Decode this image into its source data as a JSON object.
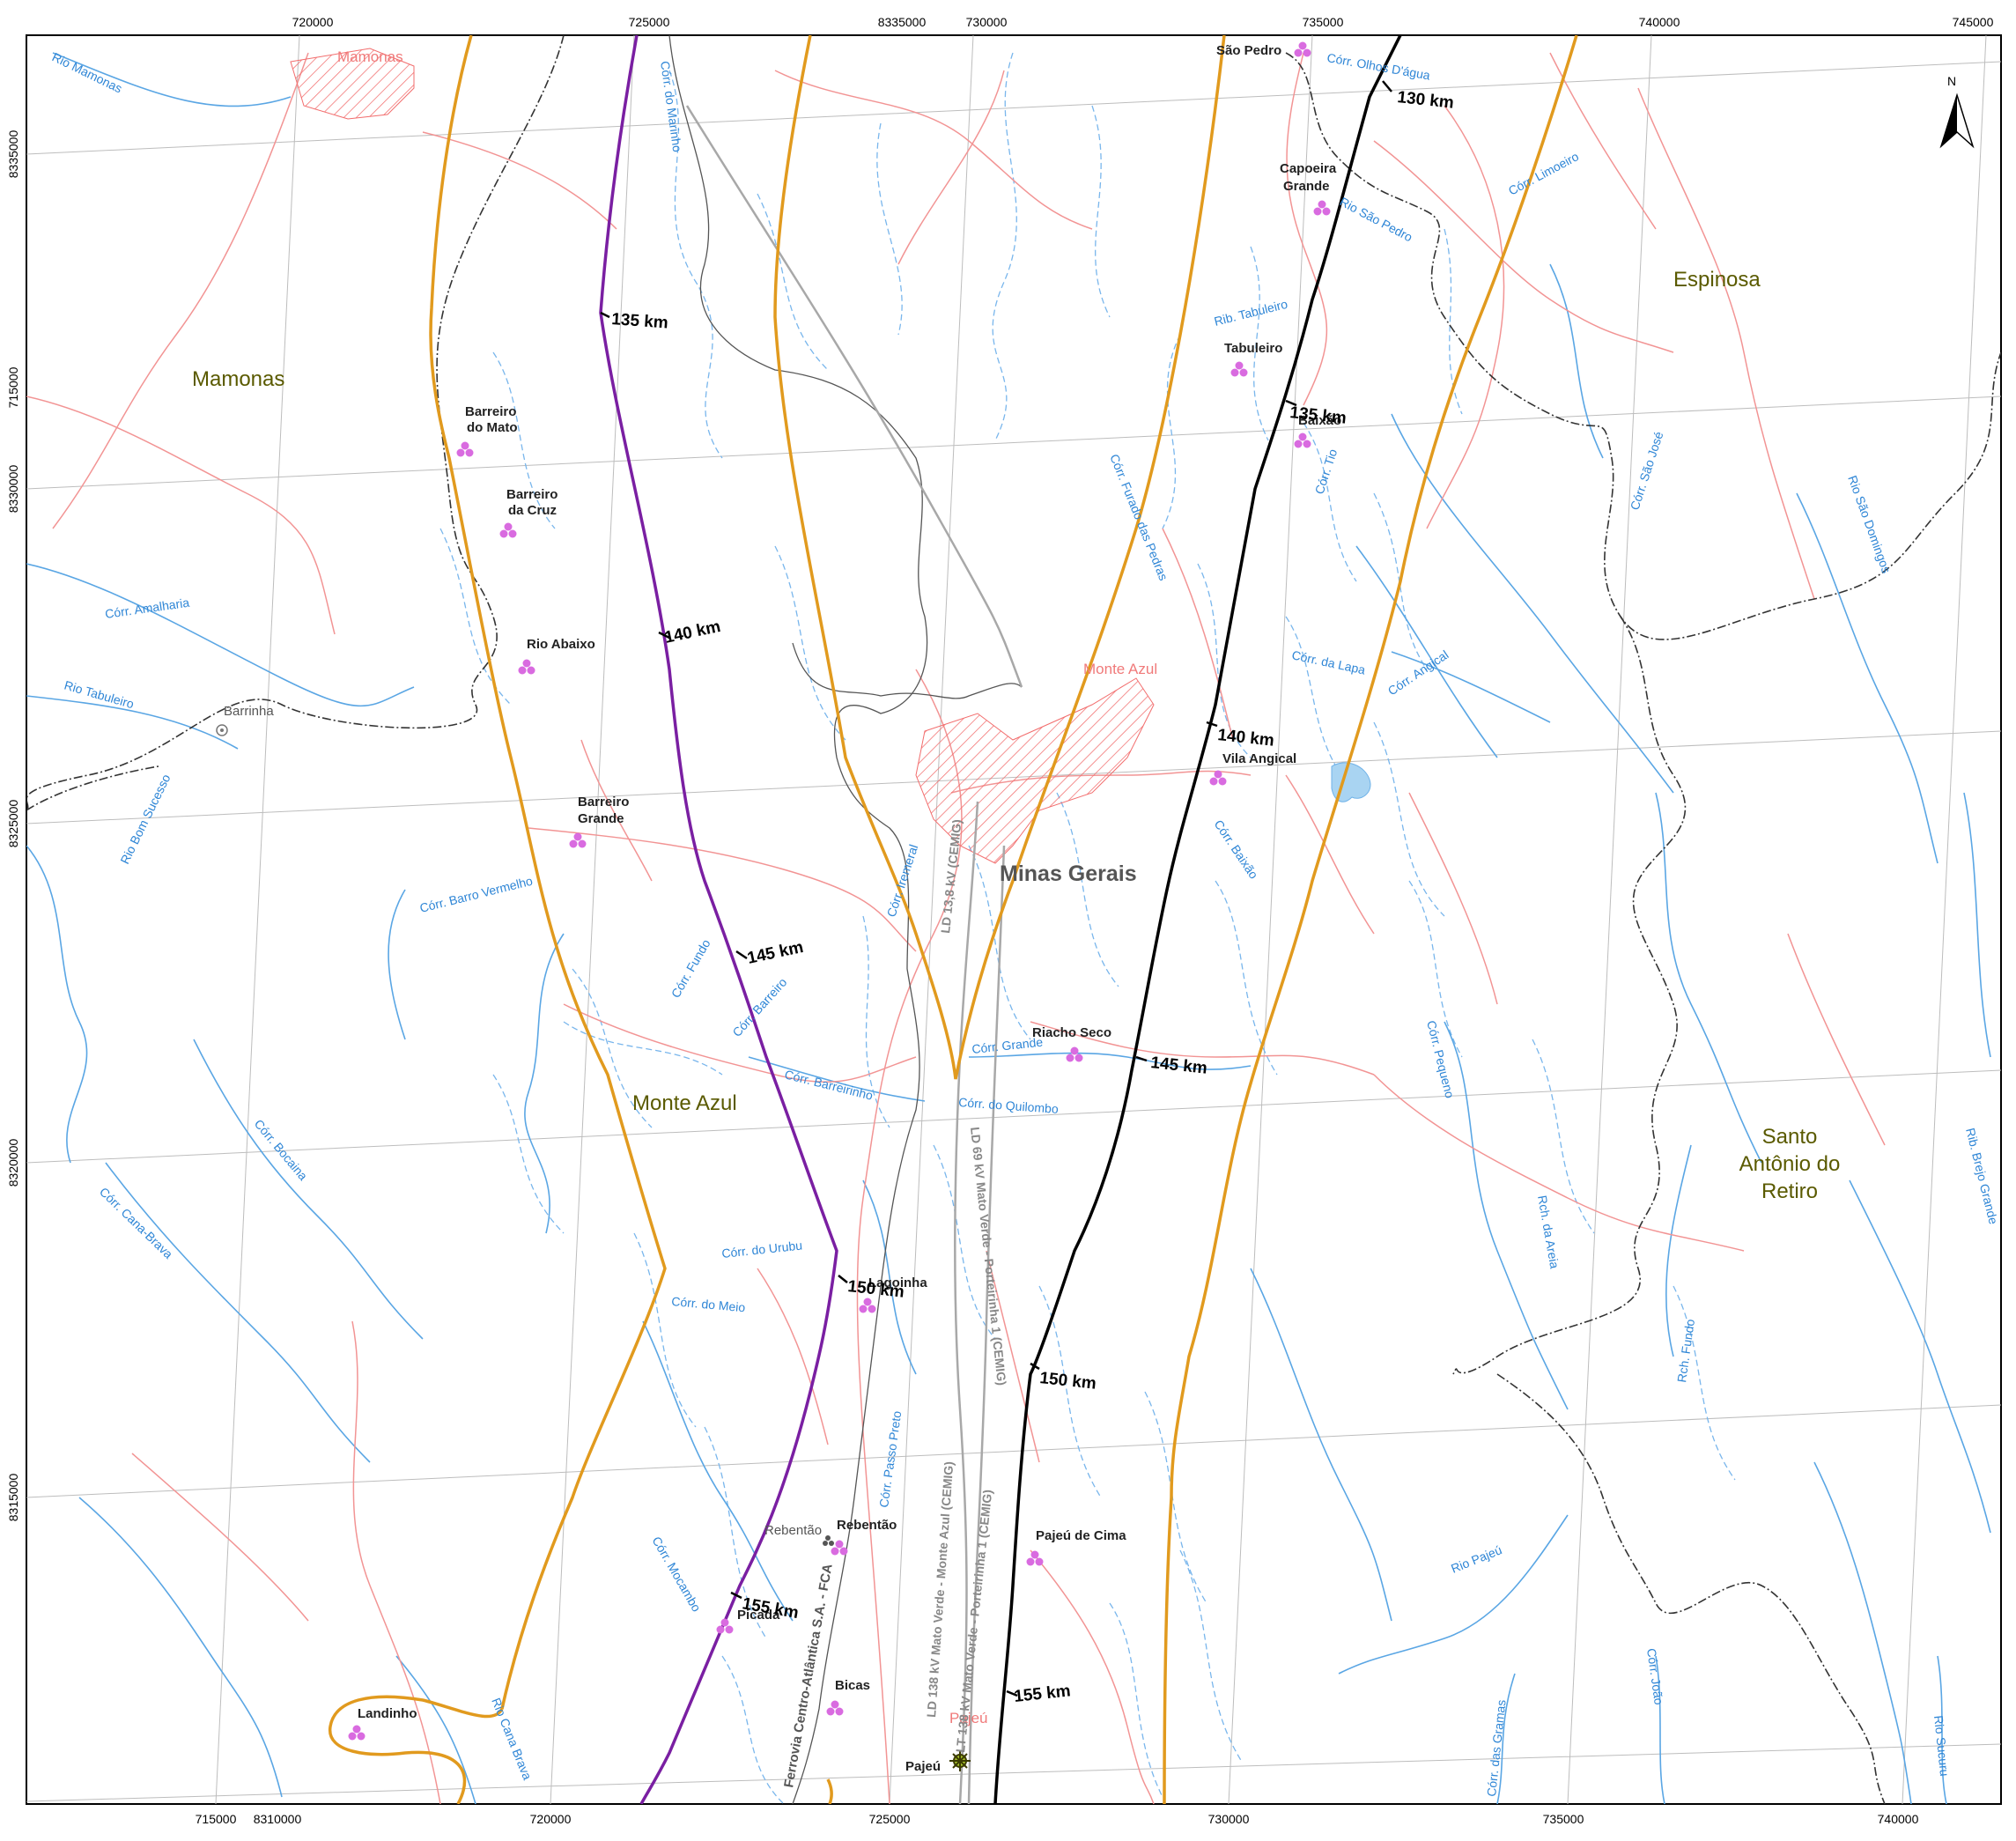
{
  "frame": {
    "top_ticks": [
      "720000",
      "725000",
      "8335000",
      "730000",
      "735000",
      "740000",
      "745000"
    ],
    "bottom_ticks": [
      "715000",
      "8310000",
      "720000",
      "725000",
      "730000",
      "735000",
      "740000"
    ],
    "left_ticks": [
      "8335000",
      "715000",
      "8330000",
      "8325000",
      "8320000",
      "8315000"
    ]
  },
  "north_arrow": {
    "label": "N"
  },
  "municipalities": [
    "Mamonas",
    "Espinosa",
    "Monte Azul",
    "Santo",
    "Antônio do",
    "Retiro"
  ],
  "state": "Minas Gerais",
  "urban_areas": [
    "Mamonas",
    "Monte Azul",
    "Pajeú"
  ],
  "localities": [
    "São Pedro",
    "Capoeira",
    "Grande",
    "Tabuleiro",
    "Baixão",
    "Barreiro",
    "do Mato",
    "Barreiro",
    "da Cruz",
    "Rio Abaixo",
    "Vila Angical",
    "Barreiro",
    "Grande",
    "Riacho Seco",
    "Lagoinha",
    "Rebentão",
    "Pajeú de Cima",
    "Picada",
    "Bicas",
    "Landinho",
    "Pajeú"
  ],
  "other_places": [
    "Barrinha",
    "Rebentão"
  ],
  "rivers": [
    "Rio Mamonas",
    "Córr. do Marinho",
    "Córr. Olhos D'água",
    "Córr. Limoeiro",
    "Rio São Pedro",
    "Rib. Tabuleiro",
    "Córr. Furado das Pedras",
    "Córr. Tio",
    "Córr. São José",
    "Rio São Domingos",
    "Córr. Amalharia",
    "Rio Tabuleiro",
    "Córr. da Lapa",
    "Córr. Angical",
    "Rio Bom Sucesso",
    "Córr. Barro Vermelho",
    "Córr. Baixão",
    "Córr. Iremeral",
    "Córr. Fundo",
    "Córr. Barreiro",
    "Córr. Grande",
    "Córr. Barreirinho",
    "Córr. do Quilombo",
    "Córr. Pequeno",
    "Córr. Bocaina",
    "Córr. Cana-Brava",
    "Córr. do Urubu",
    "Córr. do Meio",
    "Rch. da Areia",
    "Rch. Fundo",
    "Rib. Brejo Grande",
    "Córr. Passo Preto",
    "Córr. Mocambo",
    "Rio Pajeú",
    "Rio Cana Brava",
    "Córr. das Gramas",
    "Córr. João",
    "Rio Sucuru"
  ],
  "power_lines": [
    "LD 13,8 kV (CEMIG)",
    "LD 69 kV Mato Verde - Porteirinha 1 (CEMIG)",
    "LD 138 kV Mato Verde - Monte Azul (CEMIG)",
    "LT 138 kV Mato Verde - Porteirinha 1 (CEMIG)"
  ],
  "railway": "Ferrovia Centro-Atlântica S.A. - FCA",
  "km_markers": {
    "black": [
      "130 km",
      "135 km",
      "140 km",
      "145 km",
      "150 km",
      "155 km"
    ],
    "purple": [
      "135 km",
      "140 km",
      "145 km",
      "150 km",
      "155 km"
    ]
  },
  "colors": {
    "river": "#4f9fe0",
    "road": "#f08a8a",
    "buffer": "#e19a1e",
    "route_purple": "#7a1fa2",
    "route_black": "#000000",
    "railway": "#555555",
    "boundary": "#2d2d2d",
    "urban_hatch": "#f26d6d",
    "locality": "#d96be0",
    "lake": "#a9d4f2"
  }
}
